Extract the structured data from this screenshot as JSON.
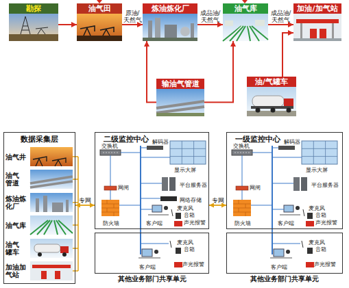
{
  "diagram": {
    "nodes": [
      {
        "text": [
          "勘探"
        ]
      },
      {
        "text": [
          "油气田"
        ]
      },
      {
        "text": [
          "炼油炼化厂"
        ]
      },
      {
        "text": [
          "油气库"
        ]
      },
      {
        "text": [
          "加油/加气站"
        ]
      },
      {
        "text": [
          "输油气管道"
        ]
      },
      {
        "text": [
          "油/气罐车"
        ]
      },
      {
        "text": [
          "数据采集层"
        ]
      },
      {
        "text": [
          "油气井"
        ],
        "in": 7
      },
      {
        "text": [
          "油气 管道"
        ],
        "in": 7
      },
      {
        "text": [
          "炼油炼 化厂"
        ],
        "in": 7
      },
      {
        "text": [
          "油气库"
        ],
        "in": 7
      },
      {
        "text": [
          "油气 罐车"
        ],
        "in": 7
      },
      {
        "text": [
          "加油加 气站"
        ],
        "in": 7
      },
      {
        "text": [
          "二级监控中心"
        ]
      },
      {
        "text": [
          "其他业务部门共享单元"
        ]
      },
      {
        "text": [
          "一级监控中心"
        ]
      },
      {
        "text": [
          "其他业务部门共享单元"
        ]
      }
    ],
    "edges": [
      {
        "from": 0,
        "to": 1,
        "arrow": "to"
      },
      {
        "from": 1,
        "to": 2,
        "label": "原油/ 天然气",
        "arrow": "to"
      },
      {
        "from": 2,
        "to": 3,
        "label": "成品油/ 天然气",
        "arrow": "to"
      },
      {
        "from": 3,
        "to": 4,
        "label": "成品油/ 天然气",
        "arrow": "to"
      },
      {
        "from": 5,
        "to": 2,
        "arrow": "to"
      },
      {
        "from": 5,
        "to": 3,
        "arrow": "to"
      },
      {
        "from": 6,
        "to": 4,
        "arrow": "to"
      },
      {
        "from": 7,
        "to": 14,
        "label": "专网",
        "arrow": "both"
      },
      {
        "from": 14,
        "to": 16,
        "label": "专网",
        "arrow": "both"
      },
      {
        "from": 14,
        "to": 15,
        "arrow": "none"
      },
      {
        "from": 16,
        "to": 17,
        "arrow": "none"
      }
    ],
    "labels": [
      "交换机",
      "解码器",
      "显示大屏",
      "平台服务器",
      "网络存储",
      "网闸",
      "防火墙",
      "麦克风",
      "音箱",
      "客户端",
      "声光报警",
      "客户端",
      "麦克风",
      "音箱",
      "声光报警",
      "解码器",
      "交换机",
      "显示大屏",
      "平台服务器",
      "网闸",
      "防火墙",
      "麦克风",
      "音箱",
      "客户端",
      "声光报警",
      "客户端",
      "麦克风",
      "音箱",
      "声光报警"
    ]
  }
}
